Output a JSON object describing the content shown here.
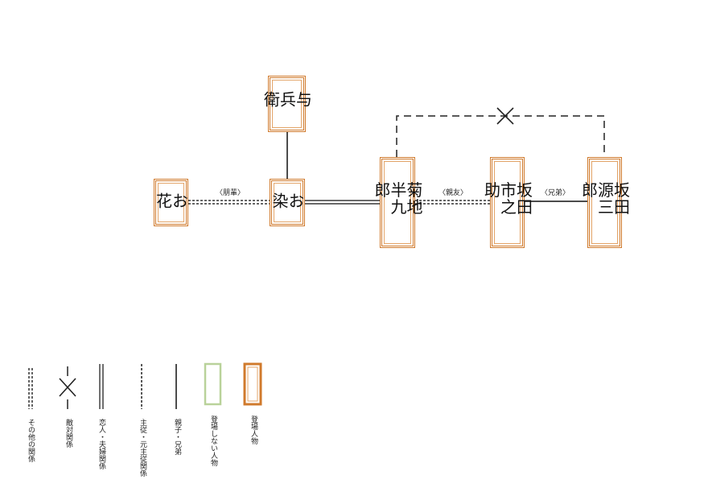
{
  "characters": {
    "yohei": "与兵衛",
    "ohana": "お花",
    "osome": "お染",
    "kikuchi": "菊地半九郎",
    "ichinosuke": "坂田市之助",
    "genzaburo": "坂田源三郎"
  },
  "relations": {
    "ohana_osome": "〈朋輩〉",
    "kikuchi_ichinosuke": "〈親友〉",
    "ichinosuke_genzaburo": "〈兄弟〉"
  },
  "legend": {
    "other": "その他の関係",
    "enemy": "敵対関係",
    "lovers": "恋人・夫婦関係",
    "master_servant": "主従・元主従関係",
    "parent_sibling": "親子・兄弟",
    "not_appearing": "登場しない人物",
    "appearing": "登場人物"
  },
  "colors": {
    "character_border": "#d07a2c",
    "absent_border": "#b9d29a",
    "line": "#111111"
  }
}
